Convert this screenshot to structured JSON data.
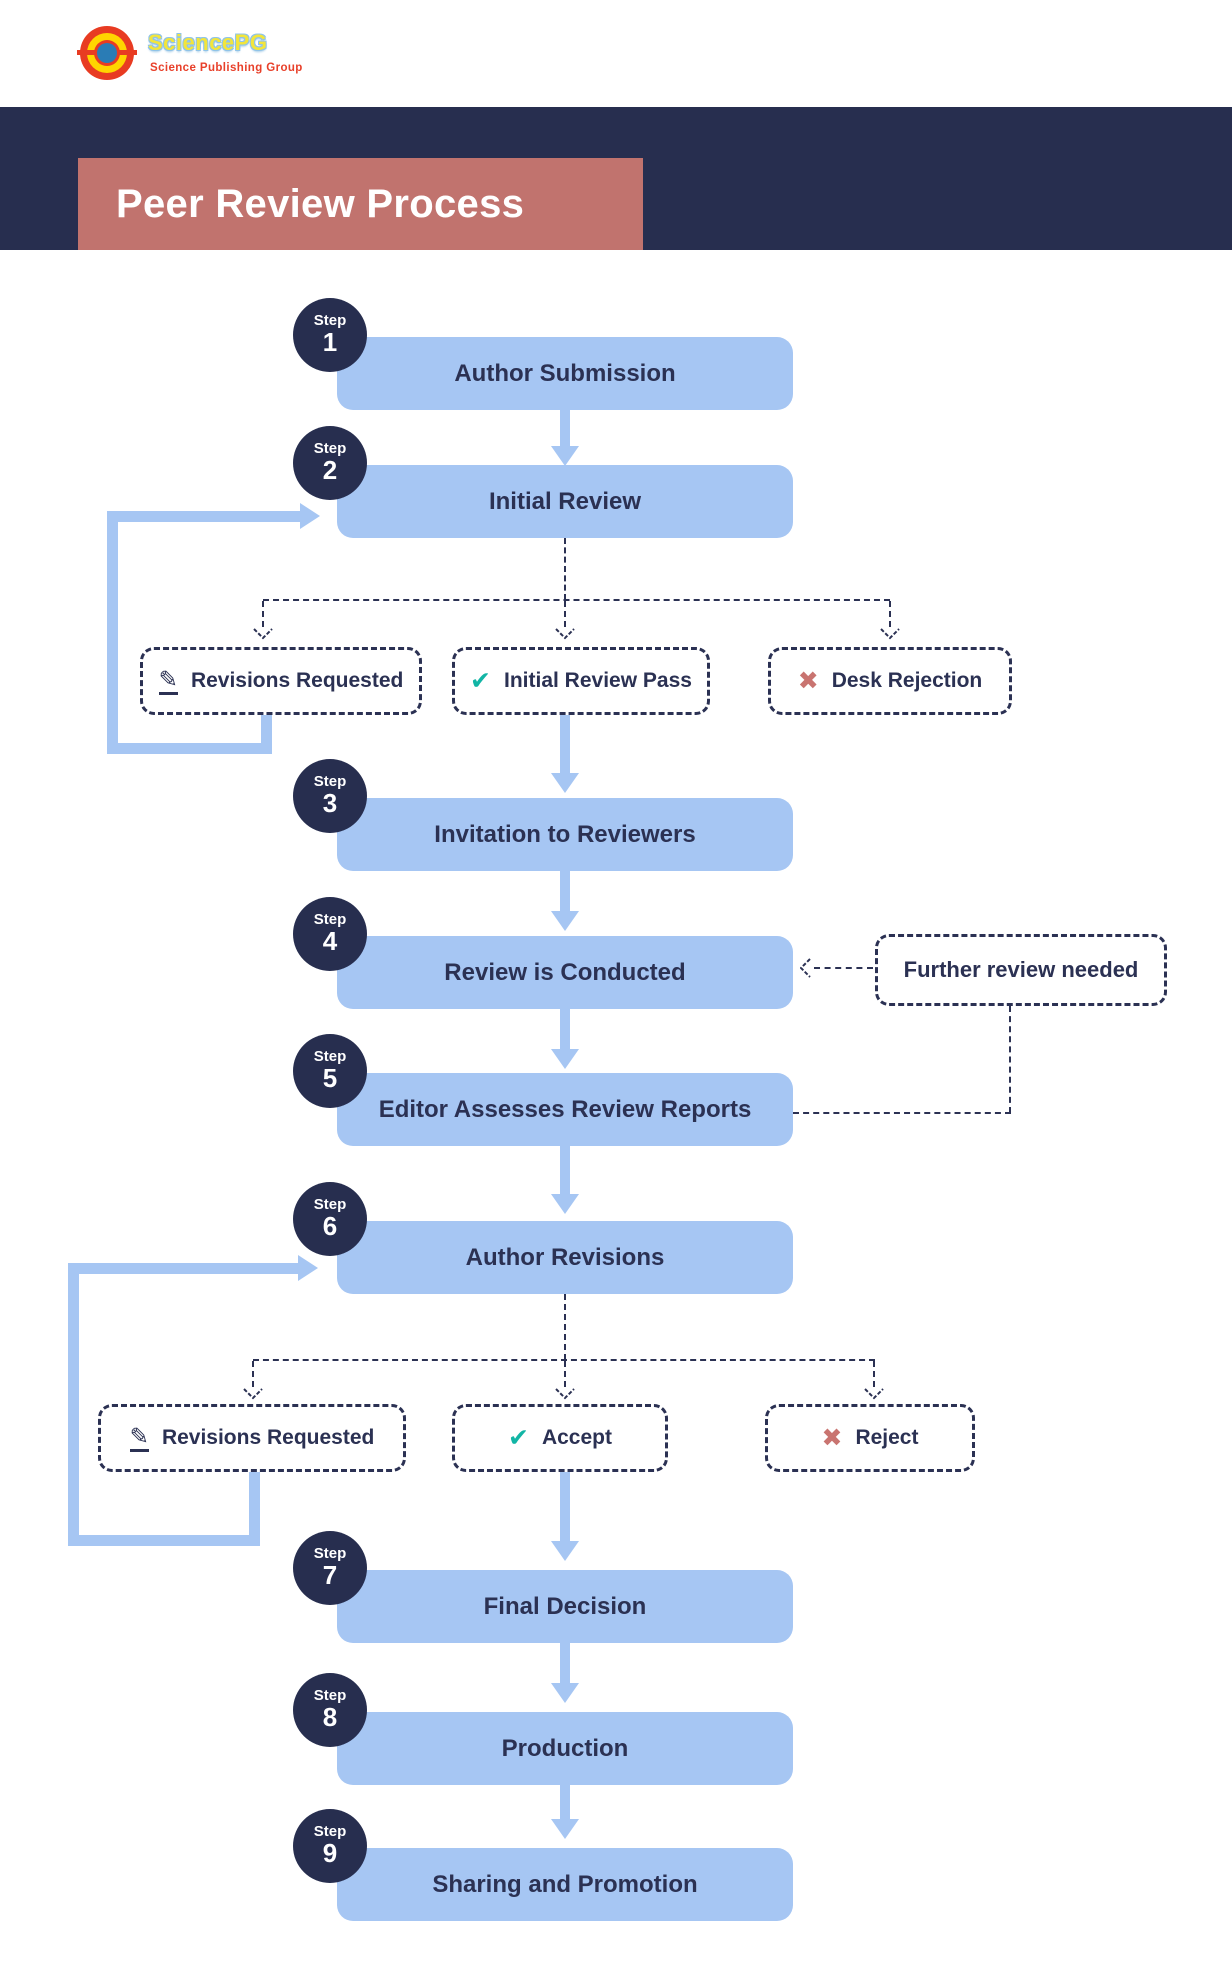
{
  "logo": {
    "name": "SciencePG",
    "tagline": "Science Publishing Group"
  },
  "header": {
    "title": "Peer Review Process"
  },
  "step_word": "Step",
  "steps": [
    {
      "number": "1",
      "label": "Author Submission"
    },
    {
      "number": "2",
      "label": "Initial Review"
    },
    {
      "number": "3",
      "label": "Invitation to Reviewers"
    },
    {
      "number": "4",
      "label": "Review is Conducted"
    },
    {
      "number": "5",
      "label": "Editor Assesses Review Reports"
    },
    {
      "number": "6",
      "label": "Author Revisions"
    },
    {
      "number": "7",
      "label": "Final Decision"
    },
    {
      "number": "8",
      "label": "Production"
    },
    {
      "number": "9",
      "label": "Sharing and Promotion"
    }
  ],
  "branches": {
    "initial_review": [
      {
        "label": "Revisions Requested",
        "icon": "pencil"
      },
      {
        "label": "Initial Review Pass",
        "icon": "check"
      },
      {
        "label": "Desk Rejection",
        "icon": "cross"
      }
    ],
    "author_revisions": [
      {
        "label": "Revisions Requested",
        "icon": "pencil"
      },
      {
        "label": "Accept",
        "icon": "check"
      },
      {
        "label": "Reject",
        "icon": "cross"
      }
    ]
  },
  "annotations": {
    "further_review": "Further review needed"
  },
  "icons": {
    "pencil": "✎",
    "check": "✔",
    "cross": "✖"
  },
  "colors": {
    "navy": "#272e4f",
    "ink": "#2b3153",
    "light_blue": "#a6c6f3",
    "salmon": "#c1736e",
    "teal": "#12b5a5",
    "cross_red": "#c97470"
  }
}
